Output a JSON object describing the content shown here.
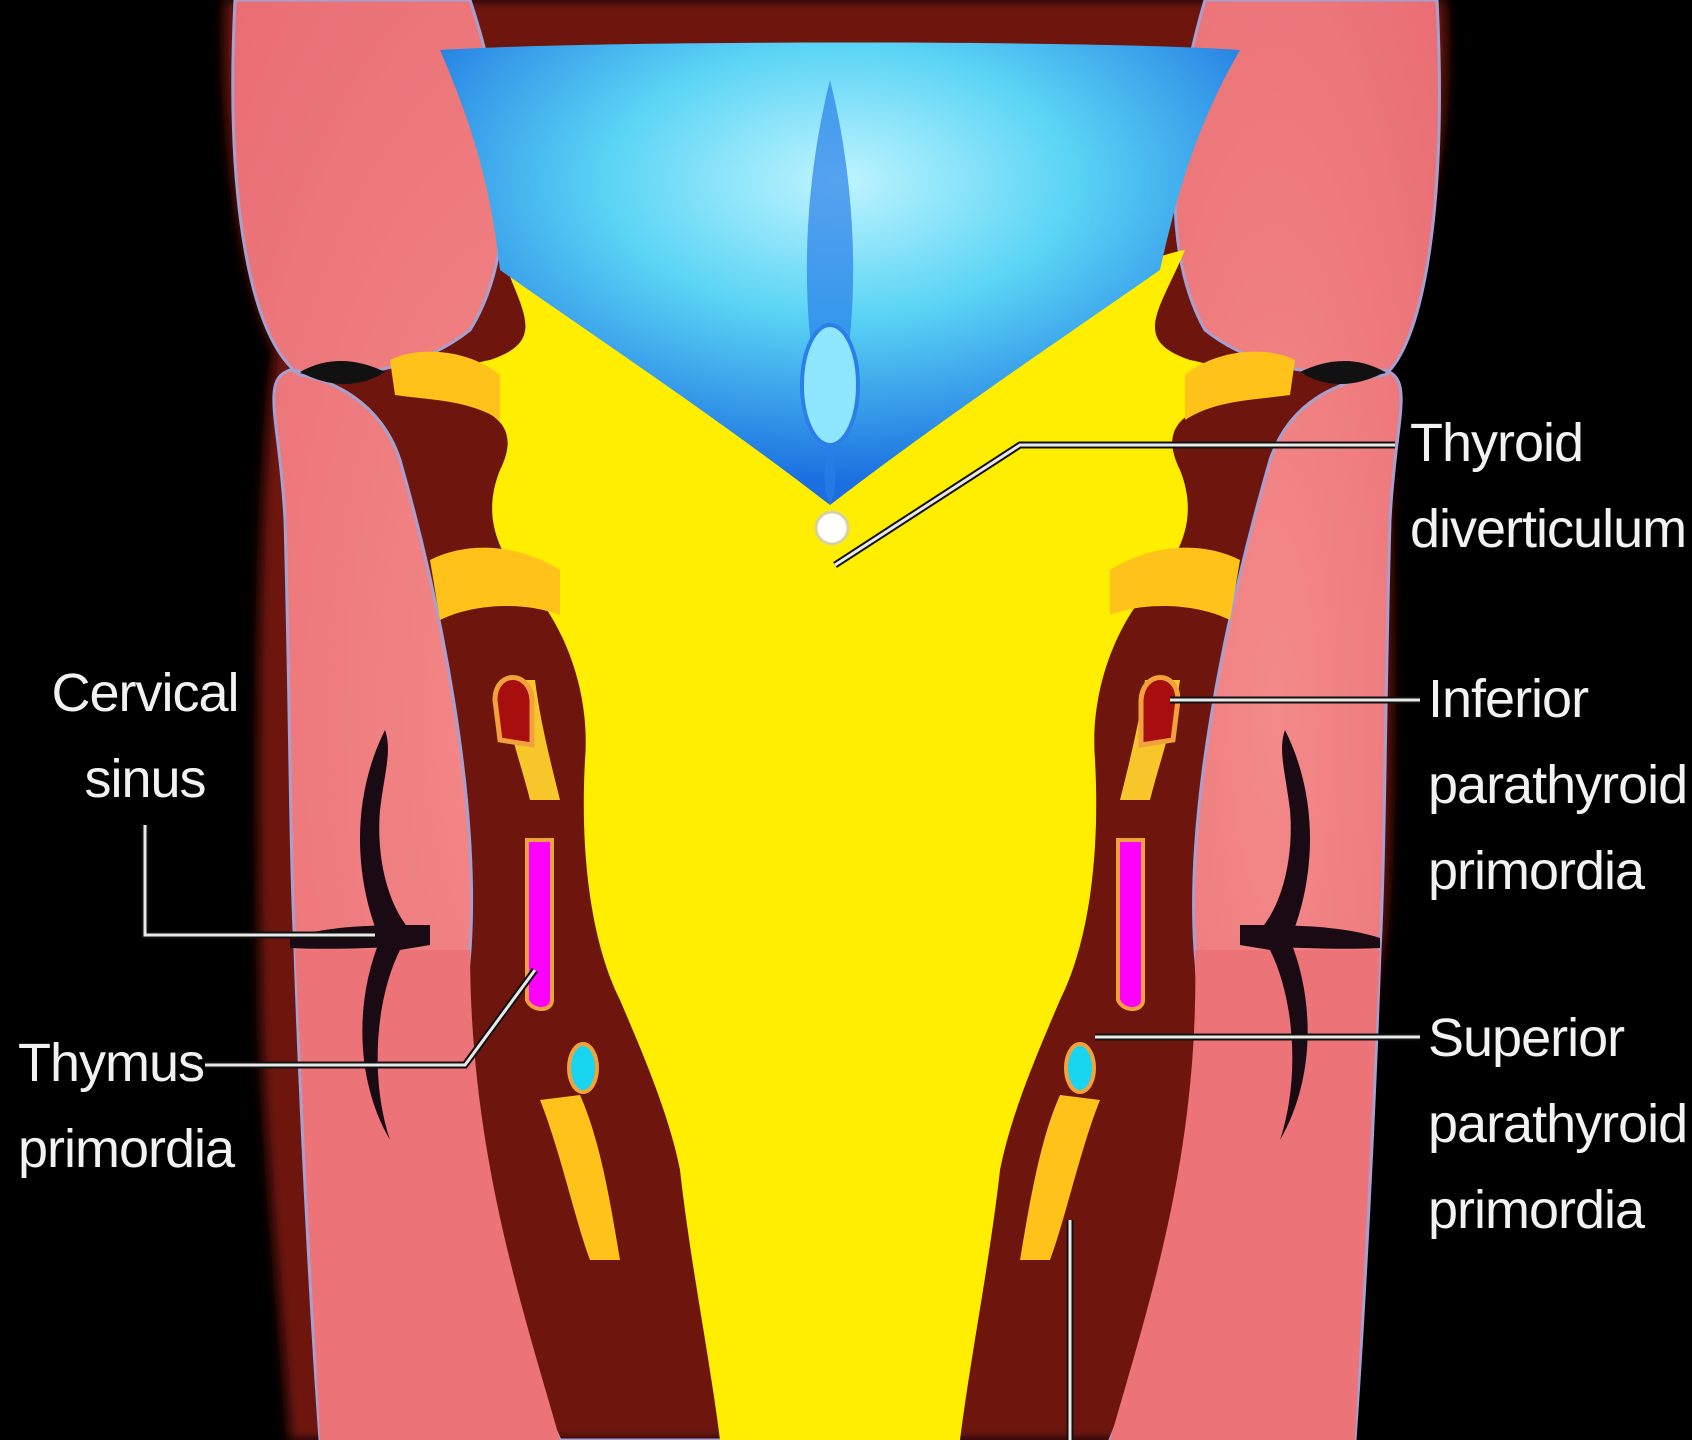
{
  "colors": {
    "background": "#000000",
    "mesoderm": "#f07b7d",
    "endoderm": "#ffee00",
    "oral_cavity": "#5ad4f5",
    "thymus": "#ff00ff",
    "inferior_parathyroid": "#a80e0e",
    "superior_parathyroid": "#18d6ef",
    "thyroid": "#ffffff"
  },
  "labels": {
    "thyroid_diverticulum": {
      "line1": "Thyroid",
      "line2": "diverticulum"
    },
    "cervical_sinus": {
      "line1": "Cervical",
      "line2": "sinus"
    },
    "inferior_parathyroid": {
      "line1": "Inferior",
      "line2": "parathyroid",
      "line3": "primordia"
    },
    "thymus": {
      "line1": "Thymus",
      "line2": "primordia"
    },
    "superior_parathyroid": {
      "line1": "Superior",
      "line2": "parathyroid",
      "line3": "primordia"
    }
  }
}
